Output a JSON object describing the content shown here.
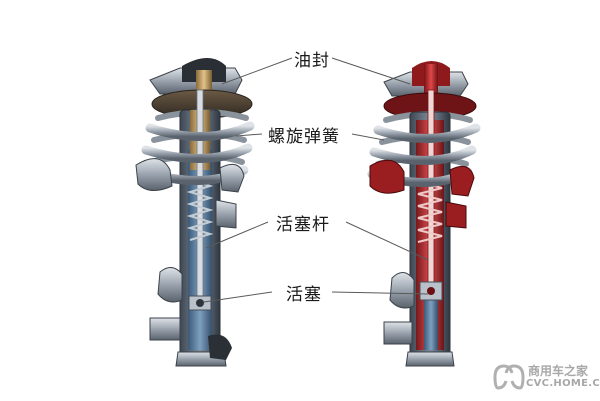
{
  "labels": {
    "oil_seal": "油封",
    "coil_spring": "螺旋弹簧",
    "piston_rod": "活塞杆",
    "piston": "活塞"
  },
  "watermark": {
    "chinese": "商用车之家",
    "domain": "CVC.HOME.COM"
  },
  "colors": {
    "highlight_red": "#c0282a",
    "steel": "#7d8794",
    "label_text": "#1a1a1a"
  }
}
